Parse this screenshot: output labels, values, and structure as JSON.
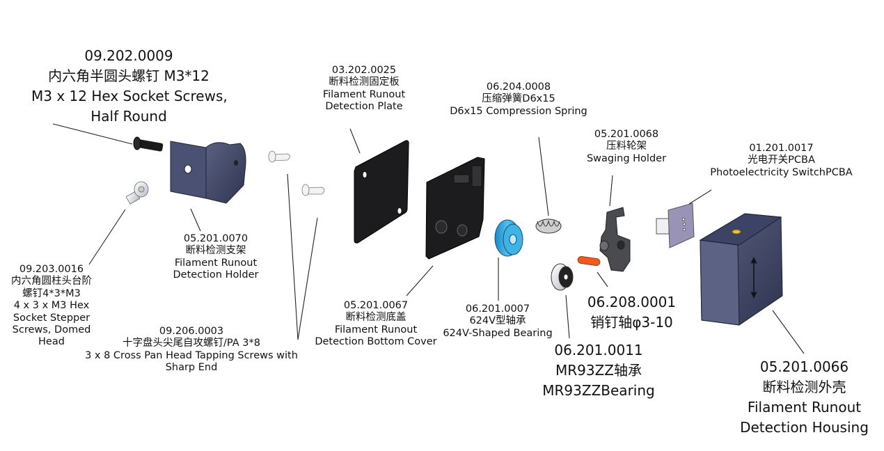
{
  "diagram": {
    "title": "Filament Runout Detection exploded view",
    "colors": {
      "dark_part": "#3a4160",
      "black_part": "#1c1c1e",
      "bearing_blue": "#3aa6dc",
      "pin_orange": "#f05a1e",
      "pcb_purple": "#9a93b8",
      "leader_line": "#222222"
    },
    "parts": [
      {
        "id": "screw_m3x12",
        "code": "09.202.0009",
        "cn": "内六角半圆头螺钉 M3*12",
        "en": [
          "M3 x 12 Hex Socket Screws,",
          "Half Round"
        ]
      },
      {
        "id": "stepper_screw",
        "code": "09.203.0016",
        "cn": [
          "内六角圆柱头台阶",
          "螺钉4*3*M3"
        ],
        "en": [
          "4 x 3 x M3 Hex",
          "Socket Stepper",
          "Screws, Domed",
          "Head"
        ]
      },
      {
        "id": "holder",
        "code": "05.201.0070",
        "cn": "断料检测支架",
        "en": [
          "Filament Runout",
          "Detection Holder"
        ]
      },
      {
        "id": "tapping_screw",
        "code": "09.206.0003",
        "cn": "十字盘头尖尾自攻螺钉/PA 3*8",
        "en": [
          "3 x 8 Cross Pan Head Tapping Screws with",
          "Sharp End"
        ]
      },
      {
        "id": "plate",
        "code": "03.202.0025",
        "cn": "断料检测固定板",
        "en": [
          "Filament Runout",
          "Detection Plate"
        ]
      },
      {
        "id": "bottom_cover",
        "code": "05.201.0067",
        "cn": "断料检测底盖",
        "en": [
          "Filament Runout",
          "Detection Bottom Cover"
        ]
      },
      {
        "id": "v_bearing",
        "code": "06.201.0007",
        "cn": "624V型轴承",
        "en": [
          "624V-Shaped Bearing"
        ]
      },
      {
        "id": "spring",
        "code": "06.204.0008",
        "cn": "压缩弹簧D6x15",
        "en": [
          "D6x15 Compression Spring"
        ]
      },
      {
        "id": "swaging_holder",
        "code": "05.201.0068",
        "cn": "压料轮架",
        "en": [
          "Swaging Holder"
        ]
      },
      {
        "id": "pin",
        "code": "06.208.0001",
        "cn": "销钉轴φ3-10",
        "en": []
      },
      {
        "id": "mr93zz",
        "code": "06.201.0011",
        "cn": "MR93ZZ轴承",
        "en": [
          "MR93ZZBearing"
        ]
      },
      {
        "id": "pcba",
        "code": "01.201.0017",
        "cn": "光电开关PCBA",
        "en": [
          "Photoelectricity SwitchPCBA"
        ]
      },
      {
        "id": "housing",
        "code": "05.201.0066",
        "cn": "断料检测外壳",
        "en": [
          "Filament Runout",
          "Detection Housing"
        ]
      }
    ]
  }
}
